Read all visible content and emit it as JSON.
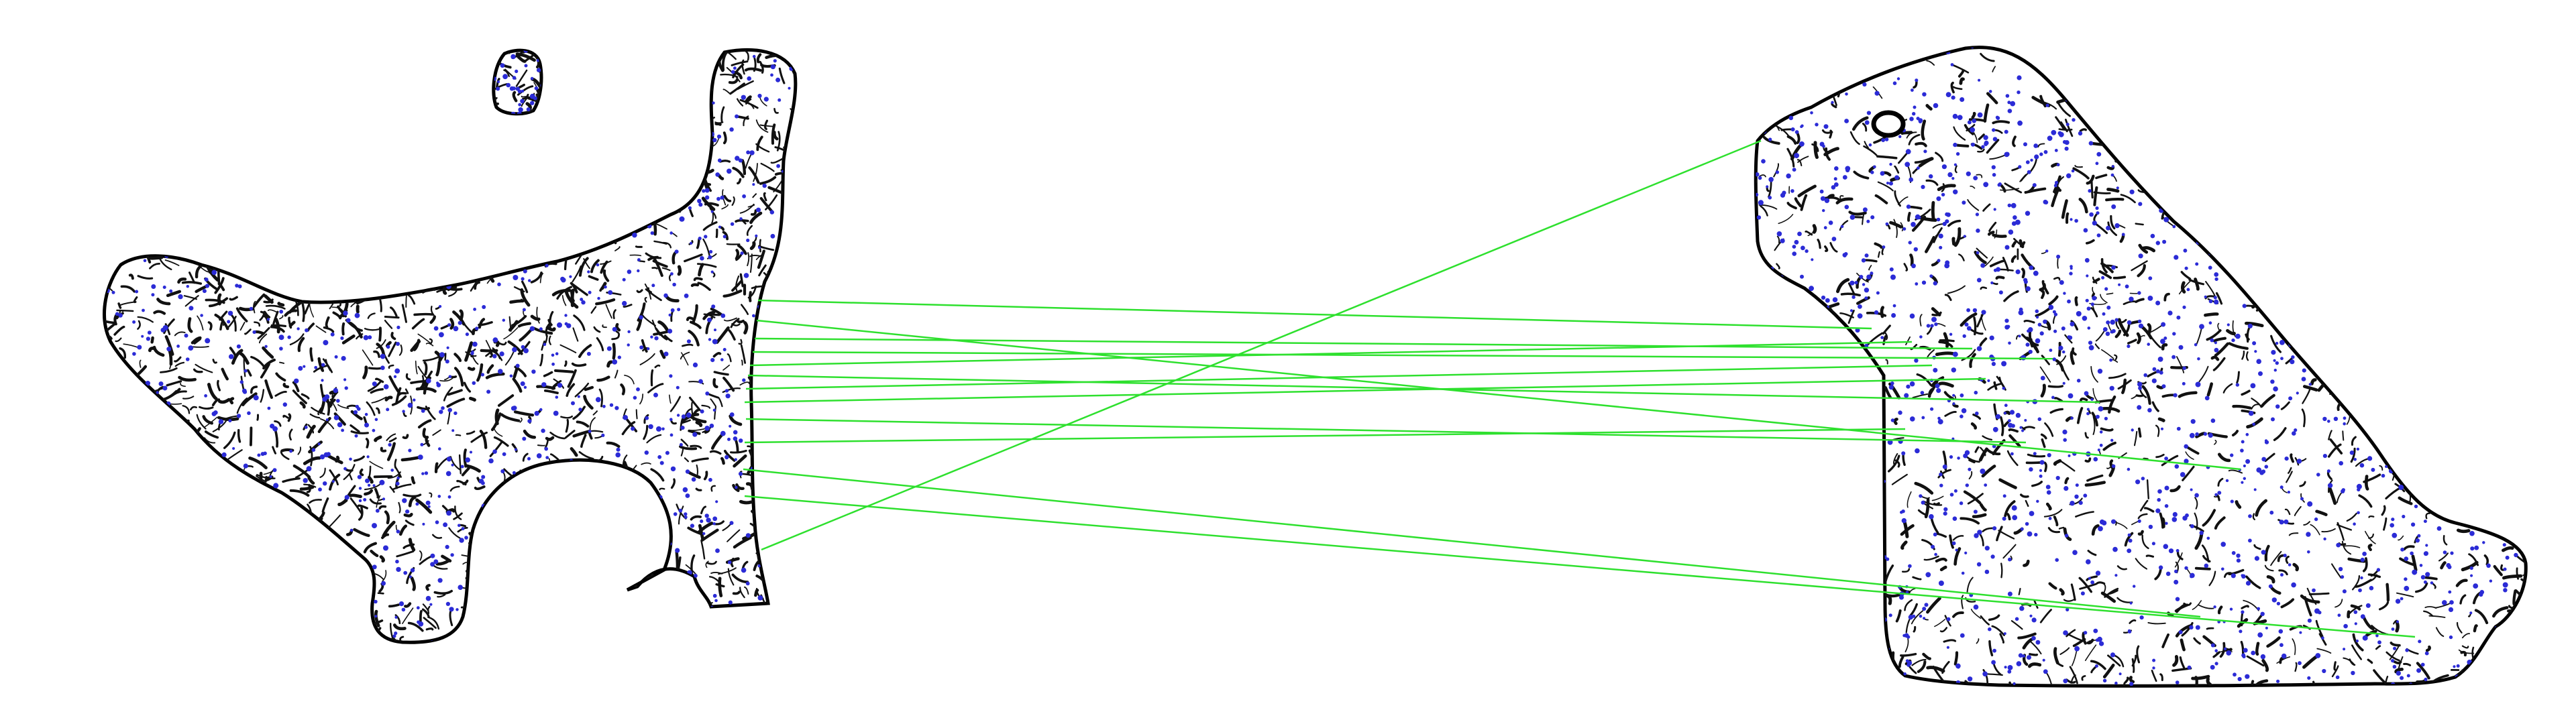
{
  "image": {
    "description_free": true,
    "background_color": "#ffffff"
  },
  "colors": {
    "outline": "#000000",
    "texture": "#111111",
    "keypoint": "#2b2bd6",
    "match_line": "#2ee02e"
  },
  "fragments": [
    {
      "name": "left-fragment",
      "texture_density": 0.85
    },
    {
      "name": "left-small-chip",
      "texture_density": 0.7
    },
    {
      "name": "right-fragment",
      "texture_density": 0.55
    }
  ],
  "matches": {
    "count": 13
  },
  "keypoints": {
    "per_fragment_density": "high"
  }
}
